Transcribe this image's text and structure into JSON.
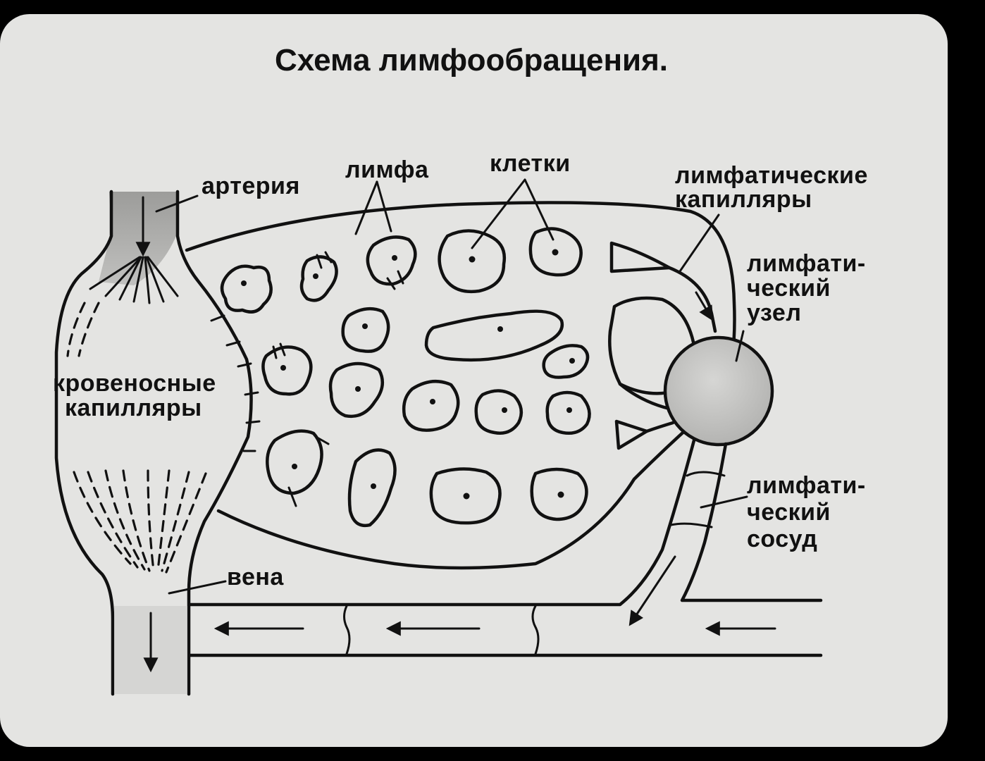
{
  "title": "Схема лимфообращения.",
  "labels": {
    "artery": "артерия",
    "lymph": "лимфа",
    "cells": "клетки",
    "lymph_capillaries_1": "лимфатические",
    "lymph_capillaries_2": "капилляры",
    "lymph_node_1": "лимфати-",
    "lymph_node_2": "ческий",
    "lymph_node_3": "узел",
    "blood_capillaries_1": "кровеносные",
    "blood_capillaries_2": "капилляры",
    "lymph_vessel_1": "лимфати-",
    "lymph_vessel_2": "ческий",
    "lymph_vessel_3": "сосуд",
    "vein": "вена"
  },
  "colors": {
    "background": "#000000",
    "slide": "#e4e4e2",
    "ink": "#111111",
    "node_fill": "#c8c8c6",
    "artery_shade": "#8a8a88"
  }
}
